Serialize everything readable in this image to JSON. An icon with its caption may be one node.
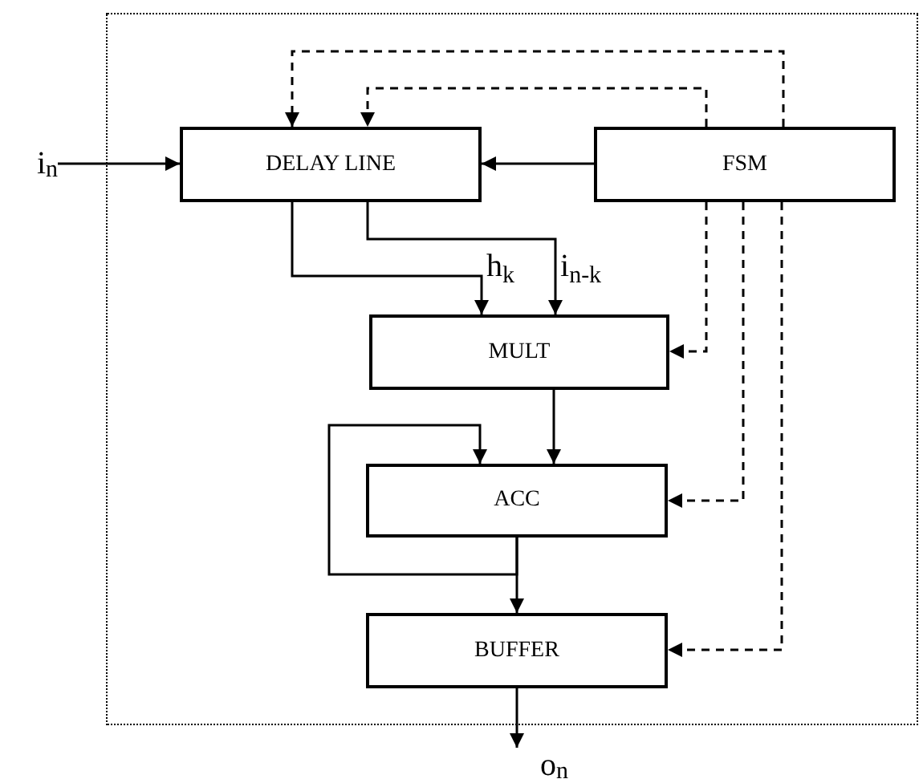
{
  "diagram": {
    "nodes": [
      {
        "text": [],
        "shape": "box"
      },
      {
        "text": [
          "i$_{n}$"
        ]
      },
      {
        "text": [
          "DELAY LINE"
        ],
        "in": 0
      },
      {
        "text": [
          "FSM"
        ],
        "in": 0
      },
      {
        "text": [
          "MULT"
        ],
        "in": 0
      },
      {
        "text": [
          "ACC"
        ],
        "in": 0
      },
      {
        "text": [
          "BUFFER"
        ],
        "in": 0
      },
      {
        "text": [
          "o$_{n}$"
        ]
      }
    ],
    "edges": [
      {
        "from": 1,
        "to": 2,
        "arrow": "to"
      },
      {
        "from": 3,
        "to": 2,
        "arrow": "to"
      },
      {
        "from": 3,
        "to": 2,
        "arrow": "to",
        "style": "dashed"
      },
      {
        "from": 3,
        "to": 2,
        "arrow": "to",
        "style": "dashed"
      },
      {
        "from": 2,
        "to": 4,
        "arrow": "to",
        "label": "h$_{k}$"
      },
      {
        "from": 2,
        "to": 4,
        "arrow": "to",
        "label": "i$_{n-k}$"
      },
      {
        "from": 3,
        "to": 4,
        "arrow": "to",
        "style": "dashed"
      },
      {
        "from": 3,
        "to": 5,
        "arrow": "to",
        "style": "dashed"
      },
      {
        "from": 3,
        "to": 6,
        "arrow": "to",
        "style": "dashed"
      },
      {
        "from": 4,
        "to": 5,
        "arrow": "to"
      },
      {
        "from": 5,
        "to": 5,
        "arrow": "to"
      },
      {
        "from": 5,
        "to": 6,
        "arrow": "to"
      },
      {
        "from": 6,
        "to": 7,
        "arrow": "to"
      }
    ]
  }
}
